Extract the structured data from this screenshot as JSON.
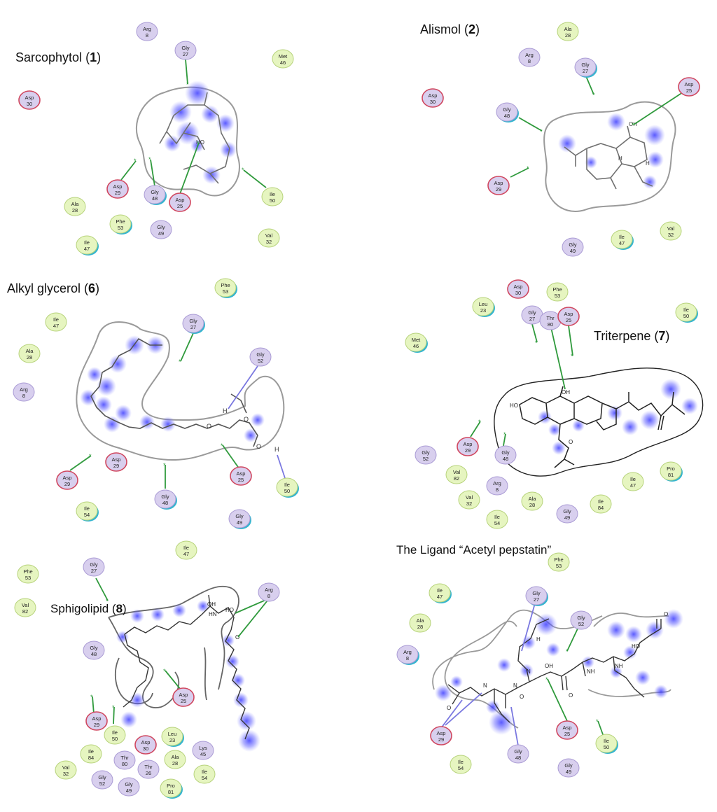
{
  "colors": {
    "purple_residue": "#d8cfee",
    "green_residue": "#e6f5c0",
    "acidic_ring": "#d0475f",
    "polar_ring": "#35b5cf",
    "hbond_green": "#2f9a3c",
    "hbond_blue": "#7a78e0",
    "blob": "#3c3cff"
  },
  "panels": [
    {
      "title": {
        "name": "Sarcophytol ",
        "paren_open": "(",
        "num": "1",
        "paren_close": ")"
      },
      "residues": [
        {
          "id": "r1a",
          "name": "Arg",
          "num": "8",
          "type": "purple"
        },
        {
          "id": "r1b",
          "name": "Gly",
          "num": "27",
          "type": "purple"
        },
        {
          "id": "r1c",
          "name": "Met",
          "num": "46",
          "type": "green"
        },
        {
          "id": "r1d",
          "name": "Asp",
          "num": "30",
          "type": "acid"
        },
        {
          "id": "r1e",
          "name": "Asp",
          "num": "29",
          "type": "acid"
        },
        {
          "id": "r1f",
          "name": "Gly",
          "num": "48",
          "type": "polar"
        },
        {
          "id": "r1g",
          "name": "Asp",
          "num": "25",
          "type": "acid"
        },
        {
          "id": "r1h",
          "name": "Ile",
          "num": "50",
          "type": "green"
        },
        {
          "id": "r1i",
          "name": "Ala",
          "num": "28",
          "type": "green"
        },
        {
          "id": "r1j",
          "name": "Phe",
          "num": "53",
          "type": "polargreen"
        },
        {
          "id": "r1k",
          "name": "Gly",
          "num": "49",
          "type": "purple"
        },
        {
          "id": "r1l",
          "name": "Ile",
          "num": "47",
          "type": "polargreen"
        },
        {
          "id": "r1m",
          "name": "Val",
          "num": "32",
          "type": "green"
        }
      ],
      "atoms": [
        {
          "id": "a1",
          "label": "HO"
        }
      ]
    },
    {
      "title": {
        "name": "Alismol ",
        "paren_open": "(",
        "num": "2",
        "paren_close": ")"
      },
      "residues": [
        {
          "id": "r2a",
          "name": "Ala",
          "num": "28",
          "type": "green"
        },
        {
          "id": "r2b",
          "name": "Arg",
          "num": "8",
          "type": "purple"
        },
        {
          "id": "r2c",
          "name": "Gly",
          "num": "27",
          "type": "polar"
        },
        {
          "id": "r2d",
          "name": "Asp",
          "num": "25",
          "type": "acid"
        },
        {
          "id": "r2e",
          "name": "Asp",
          "num": "30",
          "type": "acid"
        },
        {
          "id": "r2f",
          "name": "Gly",
          "num": "48",
          "type": "polar"
        },
        {
          "id": "r2g",
          "name": "Asp",
          "num": "29",
          "type": "acid"
        },
        {
          "id": "r2h",
          "name": "Ile",
          "num": "47",
          "type": "polargreen"
        },
        {
          "id": "r2i",
          "name": "Val",
          "num": "32",
          "type": "green"
        },
        {
          "id": "r2j",
          "name": "Gly",
          "num": "49",
          "type": "purple"
        }
      ],
      "atoms": [
        {
          "id": "a2a",
          "label": "OH"
        },
        {
          "id": "a2b",
          "label": "H"
        },
        {
          "id": "a2c",
          "label": "H"
        }
      ]
    },
    {
      "title": {
        "name": "Alkyl glycerol ",
        "paren_open": "(",
        "num": "6",
        "paren_close": ")"
      },
      "residues": [
        {
          "id": "r6a",
          "name": "Phe",
          "num": "53",
          "type": "polargreen"
        },
        {
          "id": "r6b",
          "name": "Ile",
          "num": "47",
          "type": "green"
        },
        {
          "id": "r6c",
          "name": "Gly",
          "num": "27",
          "type": "polar"
        },
        {
          "id": "r6d",
          "name": "Ala",
          "num": "28",
          "type": "green"
        },
        {
          "id": "r6e",
          "name": "Gly",
          "num": "52",
          "type": "purple"
        },
        {
          "id": "r6f",
          "name": "Arg",
          "num": "8",
          "type": "purple"
        },
        {
          "id": "r6g",
          "name": "Asp",
          "num": "29",
          "type": "acid"
        },
        {
          "id": "r6h",
          "name": "Asp",
          "num": "29",
          "type": "acid"
        },
        {
          "id": "r6i",
          "name": "Asp",
          "num": "25",
          "type": "acid"
        },
        {
          "id": "r6j",
          "name": "Ile",
          "num": "50",
          "type": "polargreen"
        },
        {
          "id": "r6k",
          "name": "Ile",
          "num": "54",
          "type": "polargreen"
        },
        {
          "id": "r6l",
          "name": "Gly",
          "num": "48",
          "type": "polar"
        },
        {
          "id": "r6m",
          "name": "Gly",
          "num": "49",
          "type": "polar"
        }
      ],
      "atoms": [
        {
          "id": "a6a",
          "label": "H"
        },
        {
          "id": "a6b",
          "label": "O"
        },
        {
          "id": "a6c",
          "label": "O"
        },
        {
          "id": "a6d",
          "label": "O"
        },
        {
          "id": "a6e",
          "label": "H"
        }
      ]
    },
    {
      "title": {
        "name": "Triterpene ",
        "paren_open": "(",
        "num": "7",
        "paren_close": ")"
      },
      "residues": [
        {
          "id": "r7a",
          "name": "Asp",
          "num": "30",
          "type": "acid"
        },
        {
          "id": "r7b",
          "name": "Phe",
          "num": "53",
          "type": "green"
        },
        {
          "id": "r7c",
          "name": "Leu",
          "num": "23",
          "type": "polargreen"
        },
        {
          "id": "r7d",
          "name": "Gly",
          "num": "27",
          "type": "purple"
        },
        {
          "id": "r7e",
          "name": "Thr",
          "num": "80",
          "type": "purple"
        },
        {
          "id": "r7f",
          "name": "Asp",
          "num": "25",
          "type": "acid"
        },
        {
          "id": "r7g",
          "name": "Ile",
          "num": "50",
          "type": "polargreen"
        },
        {
          "id": "r7h",
          "name": "Met",
          "num": "46",
          "type": "polargreen"
        },
        {
          "id": "r7i",
          "name": "Asp",
          "num": "29",
          "type": "acid"
        },
        {
          "id": "r7j",
          "name": "Gly",
          "num": "48",
          "type": "purple"
        },
        {
          "id": "r7k",
          "name": "Gly",
          "num": "52",
          "type": "purple"
        },
        {
          "id": "r7l",
          "name": "Val",
          "num": "82",
          "type": "green"
        },
        {
          "id": "r7m",
          "name": "Arg",
          "num": "8",
          "type": "purple"
        },
        {
          "id": "r7n",
          "name": "Val",
          "num": "32",
          "type": "green"
        },
        {
          "id": "r7o",
          "name": "Ala",
          "num": "28",
          "type": "green"
        },
        {
          "id": "r7p",
          "name": "Ile",
          "num": "54",
          "type": "green"
        },
        {
          "id": "r7q",
          "name": "Gly",
          "num": "49",
          "type": "purple"
        },
        {
          "id": "r7r",
          "name": "Ile",
          "num": "84",
          "type": "green"
        },
        {
          "id": "r7s",
          "name": "Ile",
          "num": "47",
          "type": "green"
        },
        {
          "id": "r7t",
          "name": "Pro",
          "num": "81",
          "type": "polargreen"
        }
      ],
      "atoms": [
        {
          "id": "a7a",
          "label": "OH"
        },
        {
          "id": "a7b",
          "label": "HO"
        },
        {
          "id": "a7c",
          "label": "O"
        }
      ]
    },
    {
      "title": {
        "name": "Sphigolipid ",
        "paren_open": "(",
        "num": "8",
        "paren_close": ")"
      },
      "residues": [
        {
          "id": "r8a",
          "name": "Ile",
          "num": "47",
          "type": "green"
        },
        {
          "id": "r8b",
          "name": "Phe",
          "num": "53",
          "type": "green"
        },
        {
          "id": "r8c",
          "name": "Gly",
          "num": "27",
          "type": "purple"
        },
        {
          "id": "r8d",
          "name": "Arg",
          "num": "8",
          "type": "purple"
        },
        {
          "id": "r8e",
          "name": "Val",
          "num": "82",
          "type": "green"
        },
        {
          "id": "r8f",
          "name": "Gly",
          "num": "48",
          "type": "purple"
        },
        {
          "id": "r8g",
          "name": "Asp",
          "num": "29",
          "type": "acid"
        },
        {
          "id": "r8h",
          "name": "Ile",
          "num": "50",
          "type": "green"
        },
        {
          "id": "r8i",
          "name": "Asp",
          "num": "25",
          "type": "acid"
        },
        {
          "id": "r8j",
          "name": "Ile",
          "num": "84",
          "type": "green"
        },
        {
          "id": "r8k",
          "name": "Asp",
          "num": "30",
          "type": "acid"
        },
        {
          "id": "r8l",
          "name": "Leu",
          "num": "23",
          "type": "polargreen"
        },
        {
          "id": "r8m",
          "name": "Lys",
          "num": "45",
          "type": "purple"
        },
        {
          "id": "r8n",
          "name": "Thr",
          "num": "80",
          "type": "purple"
        },
        {
          "id": "r8o",
          "name": "Ala",
          "num": "28",
          "type": "green"
        },
        {
          "id": "r8p",
          "name": "Val",
          "num": "32",
          "type": "green"
        },
        {
          "id": "r8q",
          "name": "Thr",
          "num": "26",
          "type": "purple"
        },
        {
          "id": "r8r",
          "name": "Ile",
          "num": "54",
          "type": "green"
        },
        {
          "id": "r8s",
          "name": "Gly",
          "num": "52",
          "type": "purple"
        },
        {
          "id": "r8t",
          "name": "Gly",
          "num": "49",
          "type": "purple"
        },
        {
          "id": "r8u",
          "name": "Pro",
          "num": "81",
          "type": "polargreen"
        }
      ],
      "atoms": [
        {
          "id": "a8a",
          "label": "OH"
        },
        {
          "id": "a8b",
          "label": "HO"
        },
        {
          "id": "a8c",
          "label": "HN"
        },
        {
          "id": "a8d",
          "label": "O"
        }
      ]
    },
    {
      "title": {
        "text": "The Ligand “Acetyl pepstatin”"
      },
      "residues": [
        {
          "id": "rla",
          "name": "Phe",
          "num": "53",
          "type": "green"
        },
        {
          "id": "rlb",
          "name": "Ile",
          "num": "47",
          "type": "polargreen"
        },
        {
          "id": "rlc",
          "name": "Gly",
          "num": "27",
          "type": "polar"
        },
        {
          "id": "rld",
          "name": "Ala",
          "num": "28",
          "type": "green"
        },
        {
          "id": "rle",
          "name": "Gly",
          "num": "52",
          "type": "purple"
        },
        {
          "id": "rlf",
          "name": "Arg",
          "num": "8",
          "type": "polar"
        },
        {
          "id": "rlg",
          "name": "Asp",
          "num": "29",
          "type": "acid"
        },
        {
          "id": "rlh",
          "name": "Asp",
          "num": "25",
          "type": "acid"
        },
        {
          "id": "rli",
          "name": "Ile",
          "num": "50",
          "type": "polargreen"
        },
        {
          "id": "rlj",
          "name": "Gly",
          "num": "48",
          "type": "purple"
        },
        {
          "id": "rlk",
          "name": "Ile",
          "num": "54",
          "type": "green"
        },
        {
          "id": "rll",
          "name": "Gly",
          "num": "49",
          "type": "purple"
        }
      ],
      "atoms": [
        {
          "id": "ala",
          "label": "O"
        },
        {
          "id": "alb",
          "label": "HO"
        },
        {
          "id": "alc",
          "label": "NH"
        },
        {
          "id": "ald",
          "label": "NH"
        },
        {
          "id": "ale",
          "label": "OH"
        },
        {
          "id": "alf",
          "label": "N"
        },
        {
          "id": "alg",
          "label": "O"
        },
        {
          "id": "alh",
          "label": "H"
        },
        {
          "id": "ali",
          "label": "N"
        },
        {
          "id": "alj",
          "label": "O"
        },
        {
          "id": "alk",
          "label": "N"
        },
        {
          "id": "all",
          "label": "O"
        }
      ]
    }
  ]
}
